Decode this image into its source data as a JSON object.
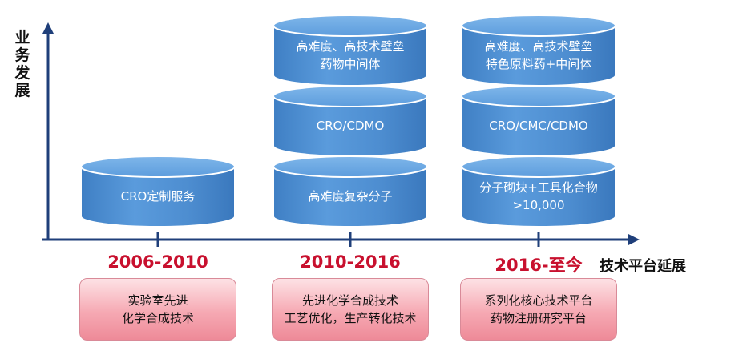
{
  "axes": {
    "y_label": "业务发展",
    "x_label": "技术平台延展"
  },
  "colors": {
    "axis": "#1f3f7a",
    "cylinder": "#4f8fd0",
    "period_text": "#c8102e",
    "tech_box": "#f4a3ad"
  },
  "stages": [
    {
      "period": "2006-2010",
      "layers": [
        {
          "lines": [
            "CRO定制服务"
          ]
        }
      ],
      "tech": [
        "实验室先进",
        "化学合成技术"
      ]
    },
    {
      "period": "2010-2016",
      "layers": [
        {
          "lines": [
            "高难度复杂分子"
          ]
        },
        {
          "lines": [
            "CRO/CDMO"
          ]
        },
        {
          "lines": [
            "高难度、高技术壁垒",
            "药物中间体"
          ]
        }
      ],
      "tech": [
        "先进化学合成技术",
        "工艺优化，生产转化技术"
      ]
    },
    {
      "period": "2016-至今",
      "layers": [
        {
          "lines": [
            "分子砌块+工具化合物",
            ">10,000"
          ]
        },
        {
          "lines": [
            "CRO/CMC/CDMO"
          ]
        },
        {
          "lines": [
            "高难度、高技术壁垒",
            "特色原料药+中间体"
          ]
        }
      ],
      "tech": [
        "系列化核心技术平台",
        "药物注册研究平台"
      ]
    }
  ]
}
